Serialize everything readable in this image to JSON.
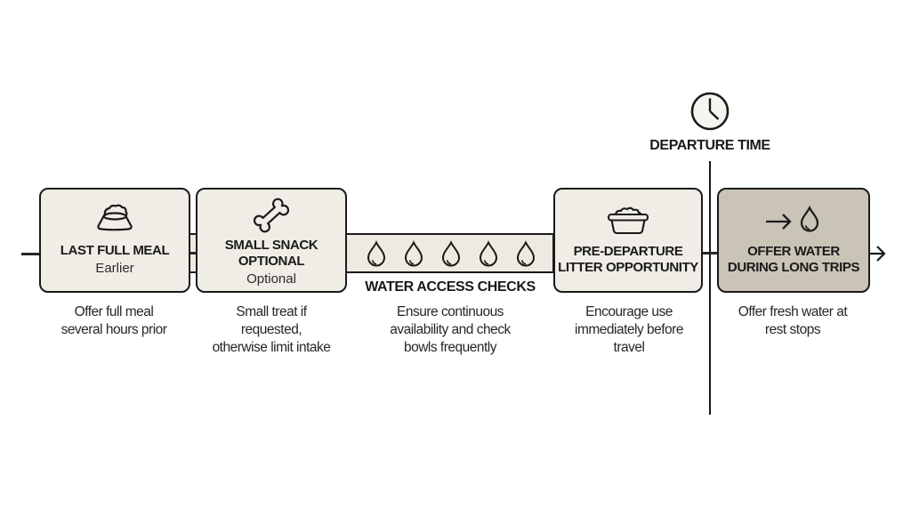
{
  "departure": {
    "label": "DEPARTURE TIME",
    "icon": "clock-icon"
  },
  "steps": [
    {
      "id": "last-full-meal",
      "icon": "food-bowl-icon",
      "title": "LAST FULL MEAL",
      "subtitle": "Earlier",
      "caption": "Offer full meal\nseveral hours prior"
    },
    {
      "id": "small-snack-optional",
      "icon": "bone-icon",
      "title": "SMALL SNACK\nOPTIONAL",
      "subtitle": "Optional",
      "caption": "Small treat if\nrequested,\notherwise limit intake"
    },
    {
      "id": "water-access-checks",
      "icon": "water-droplet-icon",
      "droplet_count": 5,
      "title": "WATER ACCESS CHECKS",
      "caption": "Ensure continuous\navailability and check\nbowls frequently"
    },
    {
      "id": "pre-departure-litter",
      "icon": "litter-box-icon",
      "title": "PRE-DEPARTURE\nLITTER OPPORTUNITY",
      "caption": "Encourage use\nimmediately before\ntravel"
    },
    {
      "id": "offer-water-long-trips",
      "icon": "arrow-water-droplet-icon",
      "title": "OFFER WATER\nDURING LONG TRIPS",
      "caption": "Offer fresh water at\nrest stops",
      "highlighted": true
    }
  ],
  "colors": {
    "background": "#ffffff",
    "box_fill": "#f0ede6",
    "highlight_box_fill": "#cac4b7",
    "band_fill": "#edeae1",
    "stroke": "#1a1a1a",
    "caption_text": "#272727"
  }
}
